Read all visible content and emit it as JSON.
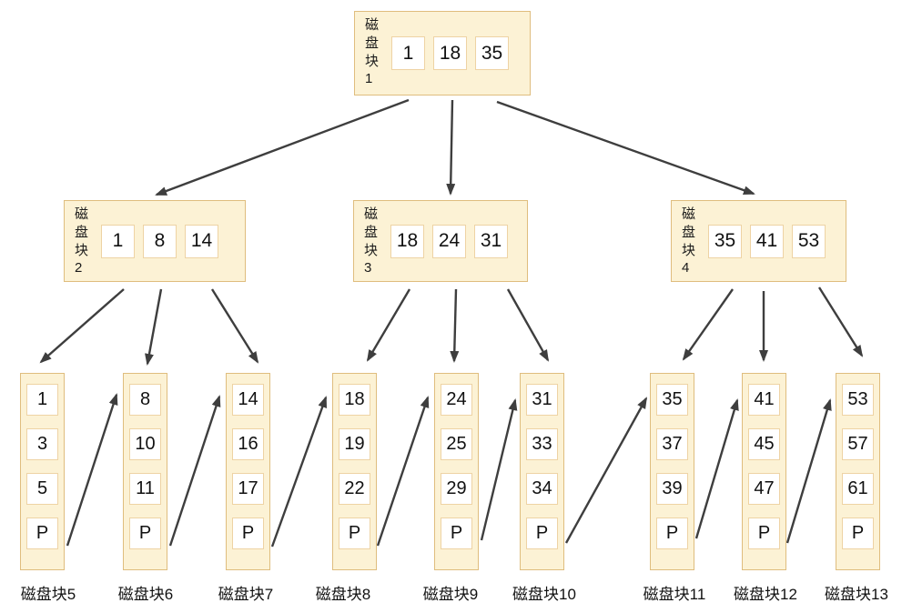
{
  "diagram": {
    "type": "bplus-tree-disk-block-index",
    "colors": {
      "node_fill": "#fcf2d5",
      "node_border": "#dfbd7e",
      "cell_fill": "#ffffff",
      "cell_border": "#eed3a4",
      "arrow": "#3e3e3e",
      "text": "#111111"
    },
    "internal_nodes": [
      {
        "label": "磁盘块1",
        "values": [
          "1",
          "18",
          "35"
        ]
      },
      {
        "label": "磁盘块2",
        "values": [
          "1",
          "8",
          "14"
        ]
      },
      {
        "label": "磁盘块3",
        "values": [
          "18",
          "24",
          "31"
        ]
      },
      {
        "label": "磁盘块4",
        "values": [
          "35",
          "41",
          "53"
        ]
      }
    ],
    "leaf_nodes": [
      {
        "label": "磁盘块5",
        "values": [
          "1",
          "3",
          "5",
          "P"
        ]
      },
      {
        "label": "磁盘块6",
        "values": [
          "8",
          "10",
          "11",
          "P"
        ]
      },
      {
        "label": "磁盘块7",
        "values": [
          "14",
          "16",
          "17",
          "P"
        ]
      },
      {
        "label": "磁盘块8",
        "values": [
          "18",
          "19",
          "22",
          "P"
        ]
      },
      {
        "label": "磁盘块9",
        "values": [
          "24",
          "25",
          "29",
          "P"
        ]
      },
      {
        "label": "磁盘块10",
        "values": [
          "31",
          "33",
          "34",
          "P"
        ]
      },
      {
        "label": "磁盘块11",
        "values": [
          "35",
          "37",
          "39",
          "P"
        ]
      },
      {
        "label": "磁盘块12",
        "values": [
          "41",
          "45",
          "47",
          "P"
        ]
      },
      {
        "label": "磁盘块13",
        "values": [
          "53",
          "57",
          "61",
          "P"
        ]
      }
    ],
    "edges": [
      {
        "from": "磁盘块1",
        "to": "磁盘块2",
        "kind": "tree"
      },
      {
        "from": "磁盘块1",
        "to": "磁盘块3",
        "kind": "tree"
      },
      {
        "from": "磁盘块1",
        "to": "磁盘块4",
        "kind": "tree"
      },
      {
        "from": "磁盘块2",
        "to": "磁盘块5",
        "kind": "tree"
      },
      {
        "from": "磁盘块2",
        "to": "磁盘块6",
        "kind": "tree"
      },
      {
        "from": "磁盘块2",
        "to": "磁盘块7",
        "kind": "tree"
      },
      {
        "from": "磁盘块3",
        "to": "磁盘块8",
        "kind": "tree"
      },
      {
        "from": "磁盘块3",
        "to": "磁盘块9",
        "kind": "tree"
      },
      {
        "from": "磁盘块3",
        "to": "磁盘块10",
        "kind": "tree"
      },
      {
        "from": "磁盘块4",
        "to": "磁盘块11",
        "kind": "tree"
      },
      {
        "from": "磁盘块4",
        "to": "磁盘块12",
        "kind": "tree"
      },
      {
        "from": "磁盘块4",
        "to": "磁盘块13",
        "kind": "tree"
      },
      {
        "from": "磁盘块5",
        "to": "磁盘块6",
        "kind": "leaf-link"
      },
      {
        "from": "磁盘块6",
        "to": "磁盘块7",
        "kind": "leaf-link"
      },
      {
        "from": "磁盘块7",
        "to": "磁盘块8",
        "kind": "leaf-link"
      },
      {
        "from": "磁盘块8",
        "to": "磁盘块9",
        "kind": "leaf-link"
      },
      {
        "from": "磁盘块9",
        "to": "磁盘块10",
        "kind": "leaf-link"
      },
      {
        "from": "磁盘块10",
        "to": "磁盘块11",
        "kind": "leaf-link"
      },
      {
        "from": "磁盘块11",
        "to": "磁盘块12",
        "kind": "leaf-link"
      },
      {
        "from": "磁盘块12",
        "to": "磁盘块13",
        "kind": "leaf-link"
      }
    ]
  }
}
